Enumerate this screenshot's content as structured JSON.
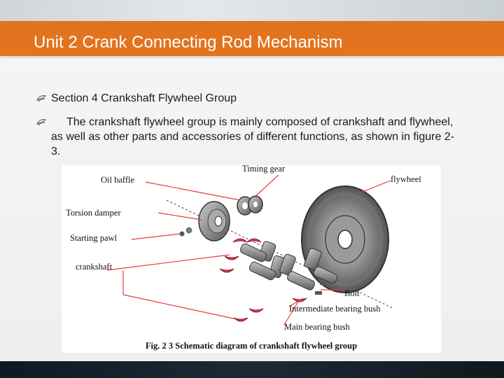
{
  "slide": {
    "title": "Unit 2 Crank Connecting Rod Mechanism",
    "accent_color": "#e2741f",
    "bullet_icon": "leaf-bullet-icon",
    "bullets": [
      {
        "text": "Section 4 Crankshaft Flywheel Group"
      },
      {
        "text": "The crankshaft flywheel group is mainly composed of crankshaft and flywheel, as well as other parts and accessories of different functions, as shown in figure 2-3."
      }
    ]
  },
  "figure": {
    "labels": {
      "timing_gear": "Timing gear",
      "oil_baffle": "Oil baffle",
      "flywheel": "flywheel",
      "torsion_damper": "Torsion damper",
      "starting_pawl": "Starting pawl",
      "crankshaft": "crankshaft",
      "bolt": "Bolt",
      "intermediate_bearing_bush": "Intermediate bearing bush",
      "main_bearing_bush": "Main bearing bush"
    },
    "caption": "Fig. 2 3 Schematic diagram of crankshaft flywheel group"
  }
}
